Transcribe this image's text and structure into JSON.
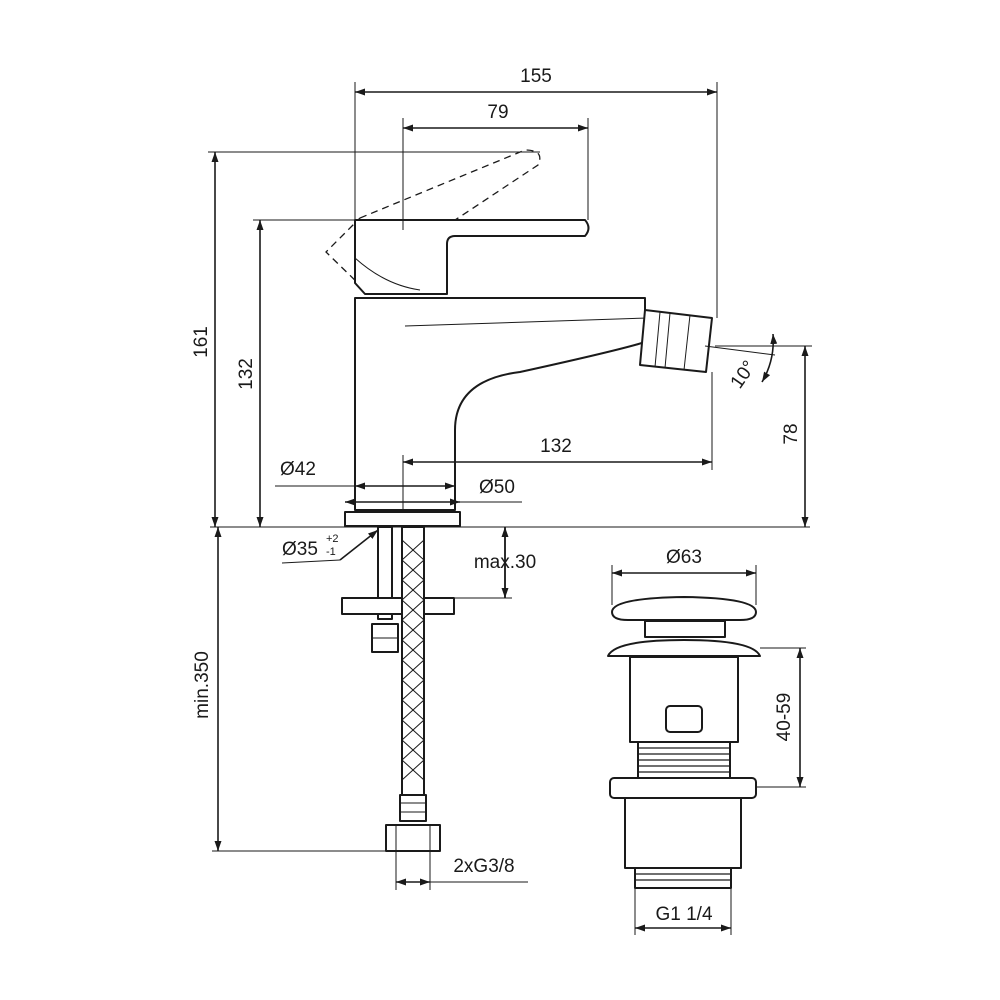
{
  "diagram": {
    "dimensions": {
      "width_total": "155",
      "handle_reach": "79",
      "height_total": "161",
      "height_body": "132",
      "spout_reach": "132",
      "spout_height": "78",
      "spout_angle": "10°",
      "base_dia_upper": "Ø42",
      "base_dia_lower": "Ø50",
      "hole_dia": "Ø35",
      "hole_tol_plus": "+2",
      "hole_tol_minus": "-1",
      "max_thickness": "max.30",
      "hose_length": "min.350",
      "connection": "2xG3/8",
      "waste_dia": "Ø63",
      "waste_range": "40-59",
      "waste_thread": "G1 1/4"
    }
  }
}
